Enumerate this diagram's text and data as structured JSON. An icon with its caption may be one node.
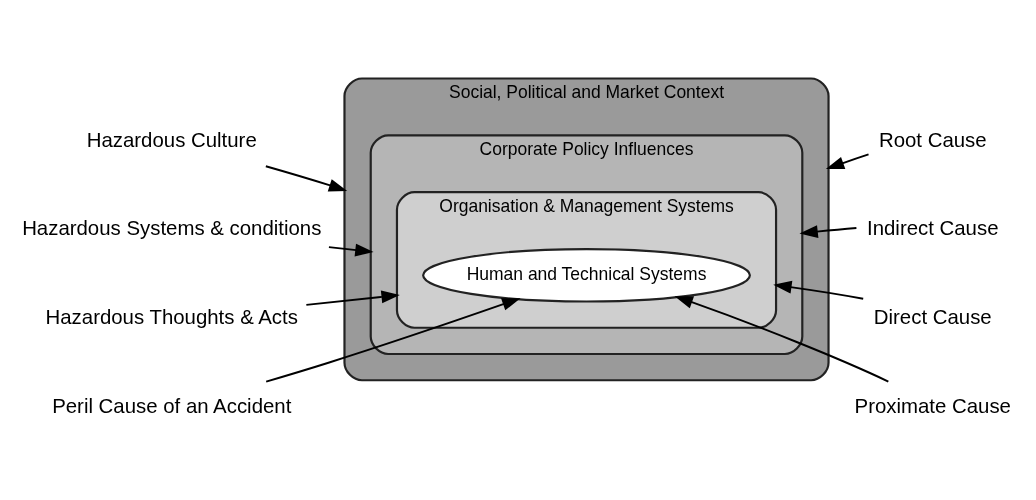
{
  "diagram": {
    "nodes": [
      {
        "text": [
          "Social, Political and Market Context"
        ]
      },
      {
        "text": [
          "Corporate Policy Influences"
        ],
        "in": 0
      },
      {
        "text": [
          "Organisation & Management Systems"
        ],
        "in": 1
      },
      {
        "text": [
          "Human and Technical Systems"
        ],
        "in": 2
      },
      {
        "text": [
          "Hazardous Culture"
        ]
      },
      {
        "text": [
          "Hazardous Systems & conditions"
        ]
      },
      {
        "text": [
          "Hazardous Thoughts & Acts"
        ]
      },
      {
        "text": [
          "Peril Cause of an Accident"
        ]
      },
      {
        "text": [
          "Root Cause"
        ]
      },
      {
        "text": [
          "Indirect Cause"
        ]
      },
      {
        "text": [
          "Direct Cause"
        ]
      },
      {
        "text": [
          "Proximate Cause"
        ]
      }
    ],
    "edges": [
      {
        "from": 4,
        "to": 0,
        "arrow": "to"
      },
      {
        "from": 5,
        "to": 1,
        "arrow": "to"
      },
      {
        "from": 6,
        "to": 2,
        "arrow": "to"
      },
      {
        "from": 7,
        "to": 3,
        "arrow": "to"
      },
      {
        "from": 8,
        "to": 0,
        "arrow": "to"
      },
      {
        "from": 9,
        "to": 1,
        "arrow": "to"
      },
      {
        "from": 10,
        "to": 2,
        "arrow": "to"
      },
      {
        "from": 11,
        "to": 3,
        "arrow": "to"
      }
    ]
  }
}
